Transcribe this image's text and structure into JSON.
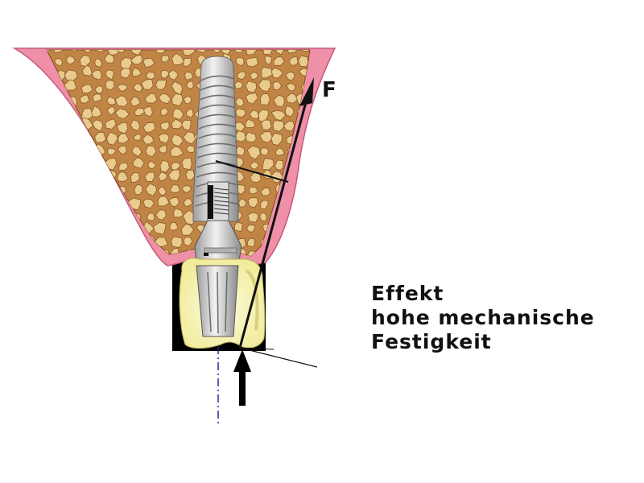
{
  "labels": {
    "force": "F"
  },
  "caption": {
    "line1": "Effekt",
    "line2": "hohe mechanische",
    "line3": "Festigkeit"
  },
  "colors": {
    "gum": "#ef8fa8",
    "gum_edge": "#c45a78",
    "bone_fill": "#c08445",
    "bone_cells": "#e9cb8e",
    "implant_light": "#e6e6e6",
    "implant_dark": "#8e8e8e",
    "crown": "#f5f1a6",
    "ink": "#111111",
    "axis": "#1c1c8c"
  }
}
